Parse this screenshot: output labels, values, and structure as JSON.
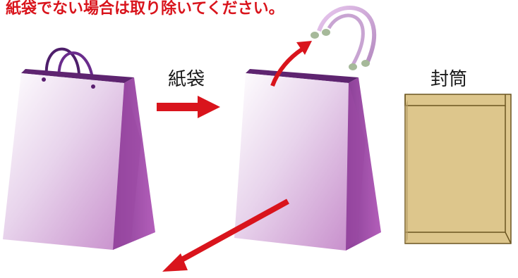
{
  "notice": "紙袋でない場合は取り除いてください。",
  "labels": {
    "paper_bag": "紙袋",
    "envelope": "封筒"
  },
  "colors": {
    "arrow": "#d9141c",
    "bag_light": "#efe3f0",
    "bag_mid": "#c98ac7",
    "bag_dark": "#7a2f86",
    "handle": "#6a2c8c",
    "envelope": "#ddc68c",
    "envelope_edge": "#6b5520"
  }
}
